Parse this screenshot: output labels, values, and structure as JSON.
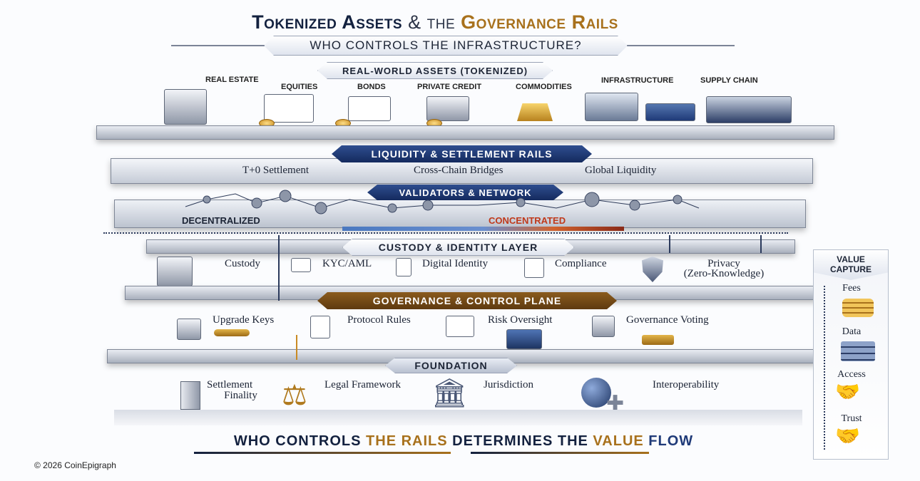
{
  "title": {
    "part1": "Tokenized Assets",
    "amp": "&",
    "the": "the",
    "part2": "Governance Rails"
  },
  "subtitle": "WHO CONTROLS THE INFRASTRUCTURE?",
  "rwa": {
    "banner": "REAL-WORLD ASSETS (TOKENIZED)",
    "assets": [
      "REAL ESTATE",
      "EQUITIES",
      "BONDS",
      "PRIVATE CREDIT",
      "COMMODITIES",
      "INFRASTRUCTURE",
      "SUPPLY CHAIN"
    ]
  },
  "liquidity": {
    "banner": "LIQUIDITY & SETTLEMENT RAILS",
    "items": [
      "T+0 Settlement",
      "Cross-Chain Bridges",
      "Global Liquidity"
    ]
  },
  "validators": {
    "banner": "VALIDATORS & NETWORK",
    "decentralized": "DECENTRALIZED",
    "concentrated": "CONCENTRATED"
  },
  "custody": {
    "banner": "CUSTODY & IDENTITY LAYER",
    "items": [
      "Custody",
      "KYC/AML",
      "Digital Identity",
      "Compliance",
      "Privacy",
      "(Zero-Knowledge)"
    ]
  },
  "governance": {
    "banner": "GOVERNANCE & CONTROL PLANE",
    "items": [
      "Upgrade Keys",
      "Protocol Rules",
      "Risk Oversight",
      "Governance Voting"
    ]
  },
  "foundation": {
    "banner": "FOUNDATION",
    "items": [
      "Settlement",
      "Finality",
      "Legal Framework",
      "Jurisdiction",
      "Interoperability"
    ]
  },
  "value_capture": {
    "title1": "VALUE",
    "title2": "CAPTURE",
    "items": [
      "Fees",
      "Data",
      "Access",
      "Trust"
    ]
  },
  "slogan": {
    "a": "WHO CONTROLS",
    "b": "THE RAILS",
    "c": "DETERMINES THE",
    "d": "VALUE",
    "e": "FLOW"
  },
  "copyright": "© 2026 CoinEpigraph",
  "colors": {
    "navy": "#13213f",
    "gold": "#a8711c",
    "blue": "#1f3a78",
    "red": "#c0391b"
  }
}
